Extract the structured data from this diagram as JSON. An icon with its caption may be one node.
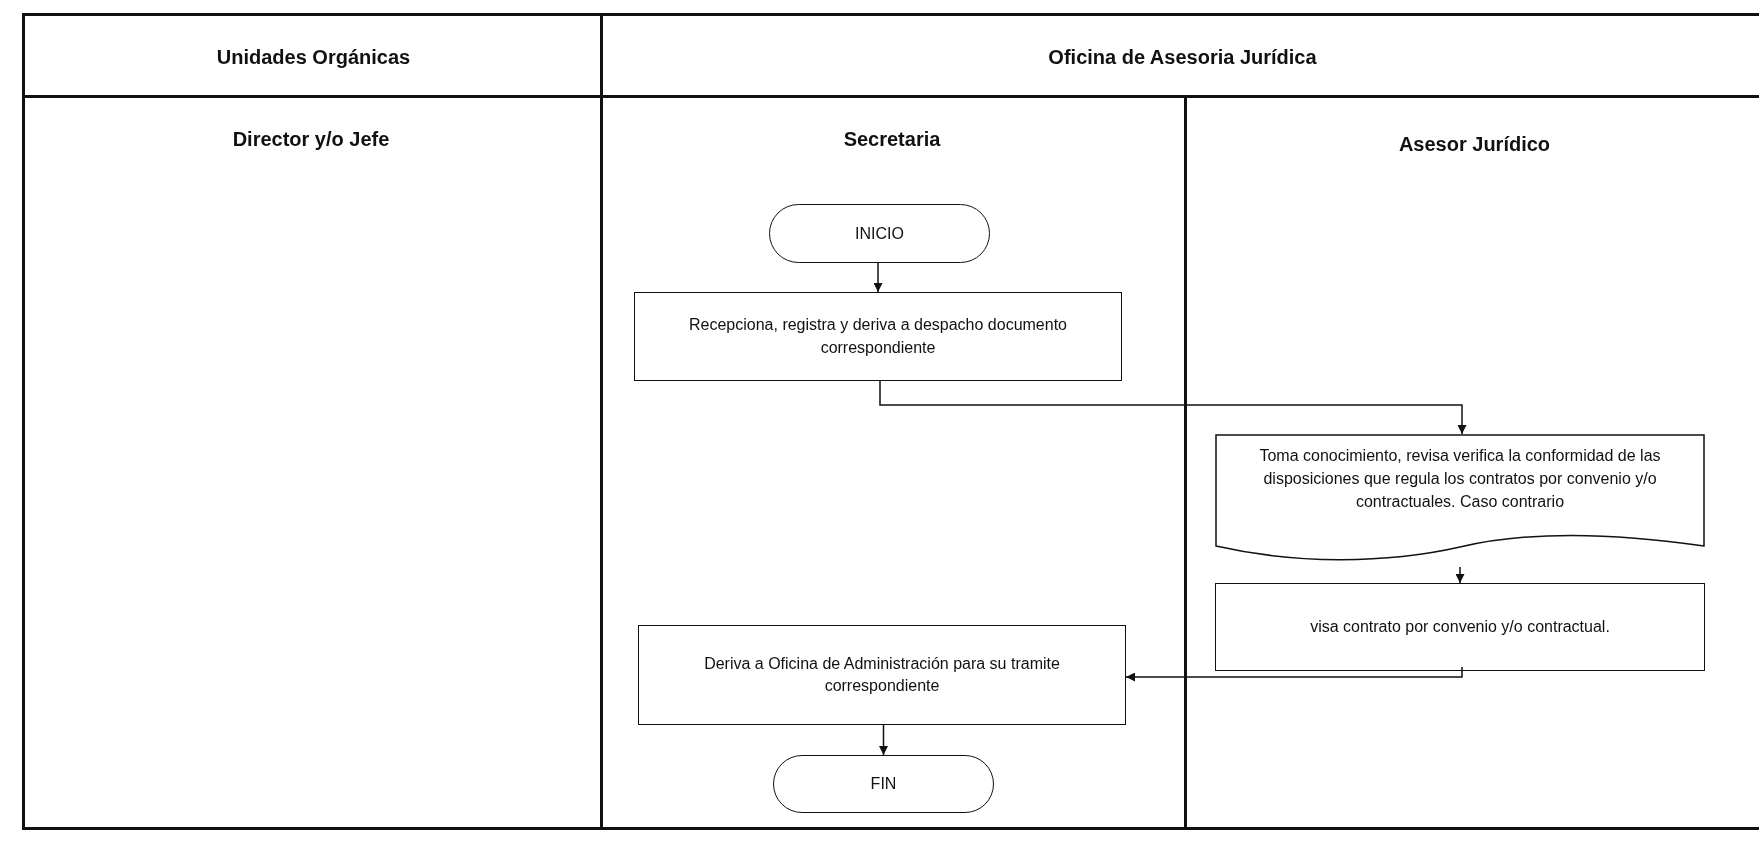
{
  "diagram": {
    "nodes": [
      {
        "text": [
          "Unidades Orgánicas"
        ]
      },
      {
        "text": [
          "Director y/o Jefe"
        ],
        "in": 0
      },
      {
        "text": [
          "Oficina de Asesoria Jurídica"
        ]
      },
      {
        "text": [
          "Secretaria"
        ],
        "in": 2
      },
      {
        "text": [
          "Asesor Jurídico"
        ],
        "in": 2
      },
      {
        "text": [
          "INICIO"
        ],
        "in": 3
      },
      {
        "text": [
          "Recepciona, registra y deriva a despacho documento correspondiente"
        ],
        "in": 3
      },
      {
        "text": [
          "Toma conocimiento, revisa verifica la conformidad de las disposiciones que regula los contratos por convenio y/o contractuales. Caso contrario"
        ],
        "in": 4
      },
      {
        "text": [
          "visa contrato por convenio y/o contractual."
        ],
        "in": 4
      },
      {
        "text": [
          "Deriva a Oficina de Administración para su tramite correspondiente"
        ],
        "in": 3
      },
      {
        "text": [
          "FIN"
        ],
        "in": 3
      }
    ],
    "edges": [
      {
        "from": 5,
        "to": 6,
        "arrow": "to"
      },
      {
        "from": 6,
        "to": 7,
        "arrow": "to"
      },
      {
        "from": 7,
        "to": 8,
        "arrow": "to"
      },
      {
        "from": 8,
        "to": 9,
        "arrow": "to"
      },
      {
        "from": 9,
        "to": 10,
        "arrow": "to"
      }
    ]
  }
}
